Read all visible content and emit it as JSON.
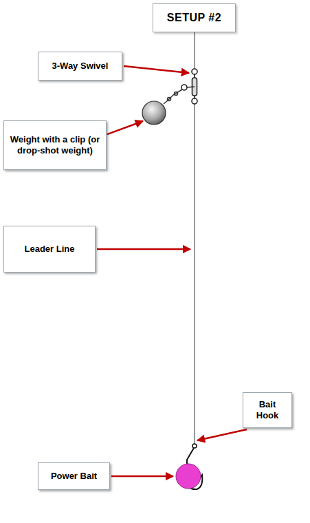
{
  "diagram": {
    "title": "SETUP #2",
    "nodes": [
      {
        "text": [
          "3-Way Swivel"
        ]
      },
      {
        "text": [
          "Weight with a clip (or drop-shot weight)"
        ]
      },
      {
        "text": [
          "Leader Line"
        ]
      },
      {
        "text": [
          "Bait Hook"
        ]
      },
      {
        "text": [
          "Power Bait"
        ]
      }
    ]
  }
}
